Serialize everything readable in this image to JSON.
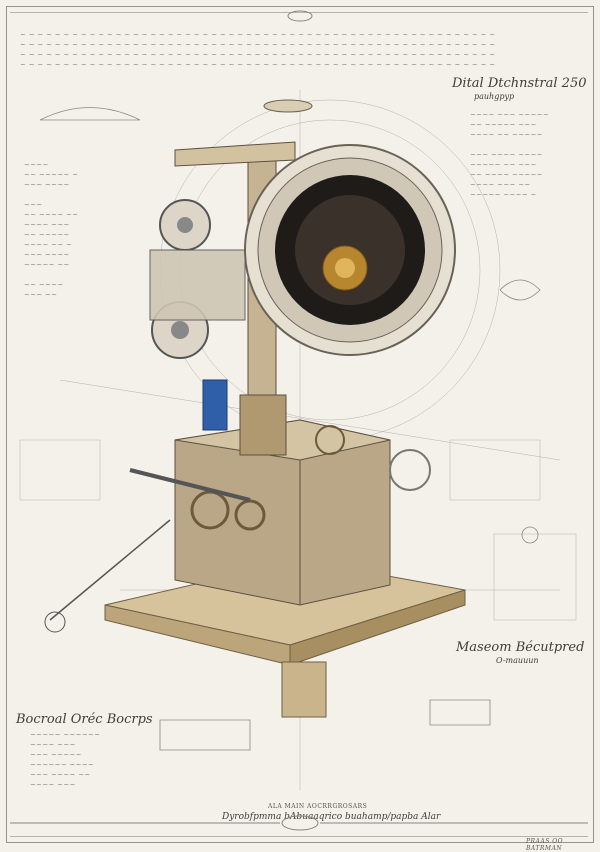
{
  "title_right_top": "Dital Dtchnstral 250",
  "subtitle_right_top": "pauhgpyp",
  "title_right_mid": "Maseom Bécutpred",
  "subtitle_right_mid": "O-mauuun",
  "title_left_bottom": "Bocroal Oréc Bocrps",
  "caption_bottom_heading": "ALA MAIN  AOCRRGROSARS",
  "caption_bottom": "Dyrobfpmma bAbuaaqrico buahamp/papba Alar",
  "signature": "PRAAS OO BATRMAN",
  "colors": {
    "paper": "#f4f1ea",
    "ink": "#4a4642",
    "wood": "#c9b48c",
    "brass": "#b8862f",
    "blue": "#2f5fa8"
  }
}
